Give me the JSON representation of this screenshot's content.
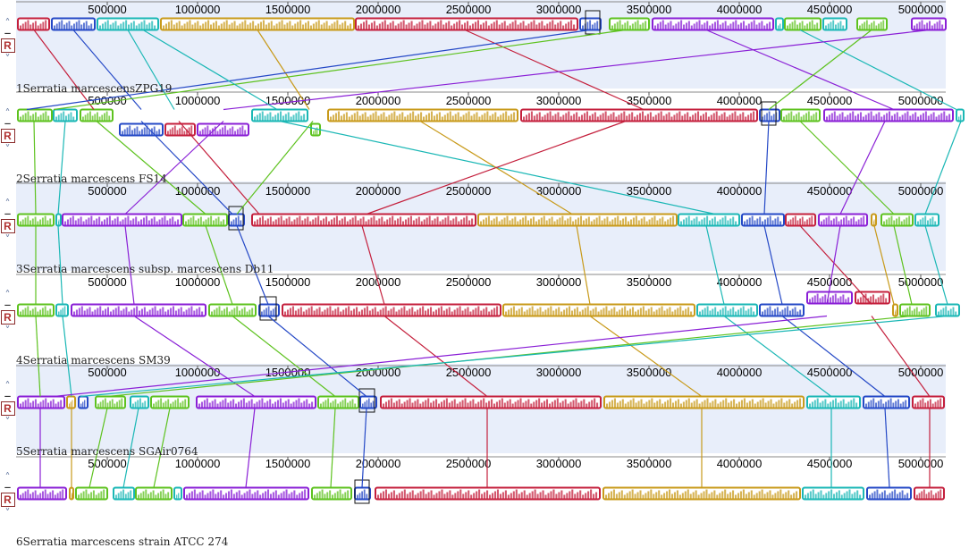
{
  "genomes": [
    {
      "label": "1Serratia marcescensZPG19"
    },
    {
      "label": "2Serratia marcescens FS14"
    },
    {
      "label": "3Serratia marcescens subsp. marcescens Db11"
    },
    {
      "label": "4Serratia marcescens SM39"
    },
    {
      "label": "5Serratia marcescens SGAir0764"
    },
    {
      "label": "6Serratia marcescens strain ATCC 274"
    }
  ],
  "axis_ticks": [
    "500000",
    "1000000",
    "1500000",
    "2000000",
    "2500000",
    "3000000",
    "3500000",
    "4000000",
    "4500000",
    "5000000"
  ],
  "axis_ticks_track3_last": "5000000",
  "controls": {
    "reset_label": "R",
    "up_icon": "chevron-up-icon",
    "down_icon": "chevron-down-icon",
    "minus": "–"
  },
  "colors": {
    "green": "#5dc21e",
    "cyan": "#1ab7b5",
    "blue": "#2448c6",
    "red": "#c41f3c",
    "purple": "#8a1fd6",
    "orange": "#c89a1a",
    "track_bg": "#e8eefa"
  }
}
